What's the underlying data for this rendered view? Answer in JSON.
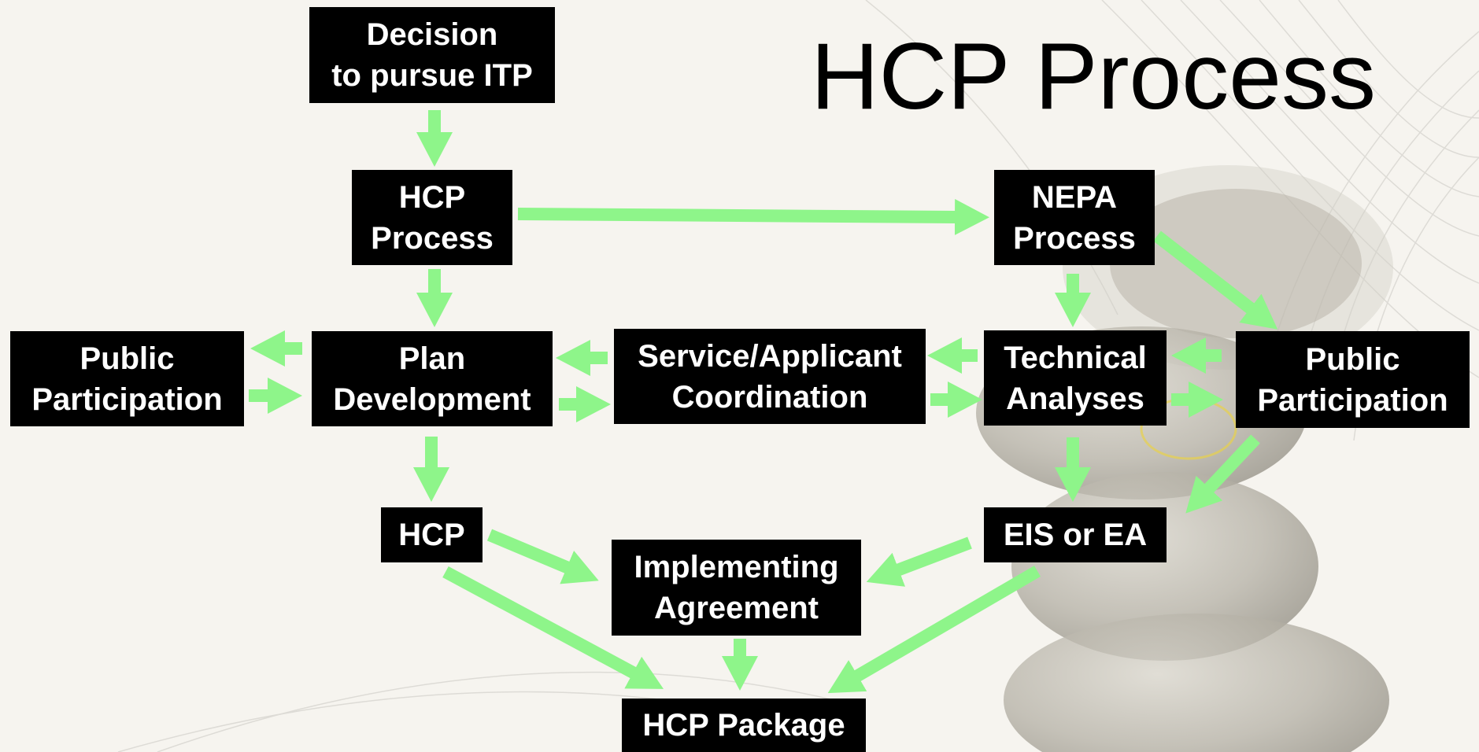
{
  "title": "HCP Process",
  "colors": {
    "box_bg": "#000000",
    "box_text": "#ffffff",
    "arrow": "#8ef58a"
  },
  "nodes": {
    "decision": "Decision\nto pursue ITP",
    "hcp_process": "HCP\nProcess",
    "nepa_process": "NEPA\nProcess",
    "public_participation_left": "Public\nParticipation",
    "plan_development": "Plan\nDevelopment",
    "service_applicant": "Service/Applicant\nCoordination",
    "technical_analyses": "Technical\nAnalyses",
    "public_participation_right": "Public\nParticipation",
    "hcp": "HCP",
    "eis_or_ea": "EIS or EA",
    "implementing_agreement": "Implementing\nAgreement",
    "hcp_package": "HCP Package"
  }
}
